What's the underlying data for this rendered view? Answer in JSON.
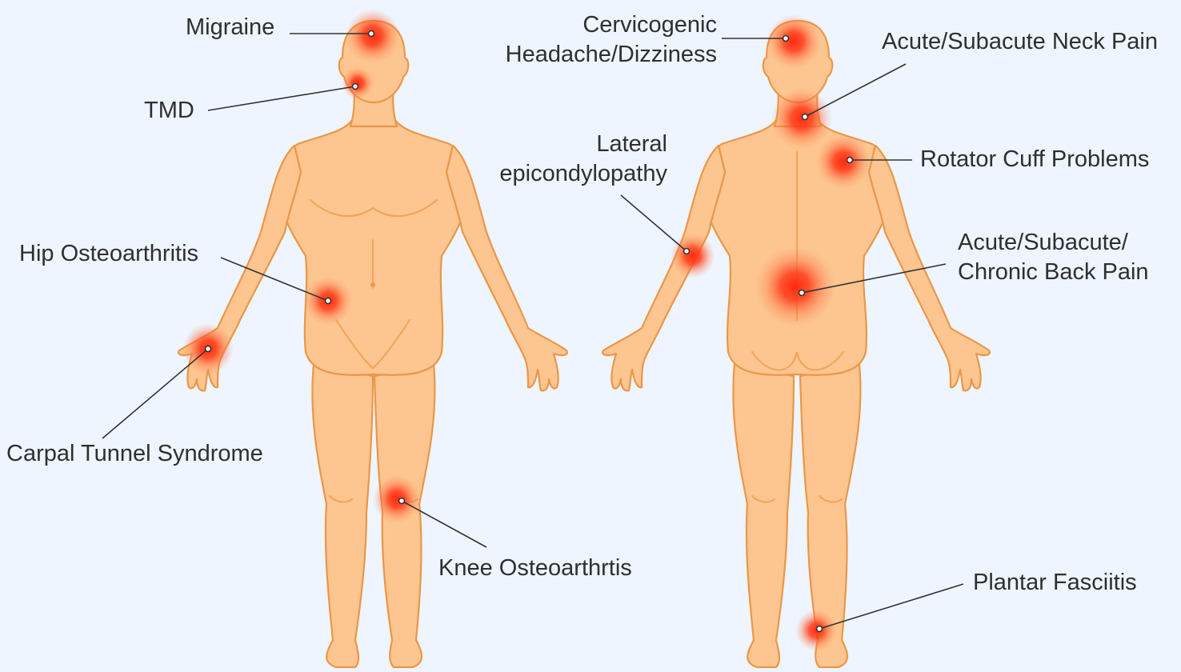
{
  "labels": {
    "migraine": "Migraine",
    "tmd": "TMD",
    "hip": "Hip Osteoarthritis",
    "carpal": "Carpal Tunnel Syndrome",
    "knee": "Knee Osteoarthrtis",
    "cervicogenic_1": "Cervicogenic",
    "cervicogenic_2": "Headache/Dizziness",
    "neck": "Acute/Subacute Neck Pain",
    "rotator": "Rotator Cuff Problems",
    "lateral_1": "Lateral",
    "lateral_2": "epicondylopathy",
    "back_1": "Acute/Subacute/",
    "back_2": "Chronic Back Pain",
    "plantar": "Plantar Fasciitis"
  },
  "colors": {
    "background": "#eef5fe",
    "skin": "#fdc58f",
    "skin_outline": "#e9974a",
    "hotspot": "#ff3b1a",
    "leader": "#333333"
  }
}
